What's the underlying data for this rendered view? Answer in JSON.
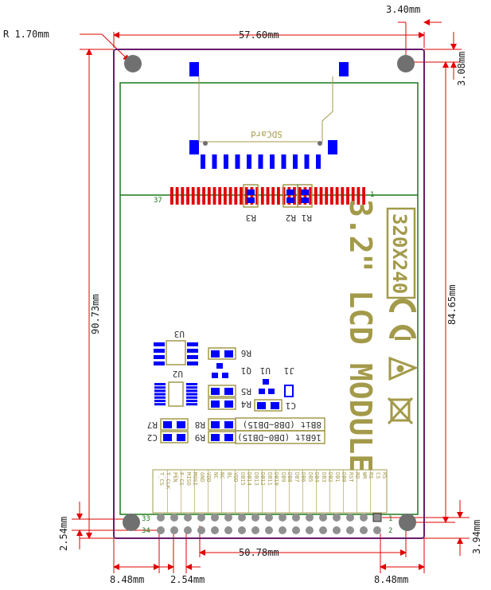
{
  "colors": {
    "board_outline": "#6a1a6a",
    "pcb_trace": "#1a7a1a",
    "pad_blue": "#0000ff",
    "pad_red": "#e00000",
    "silkscreen": "#a39a4a",
    "dimension": "#e00000",
    "mounting_hole": "#707070",
    "label_text": "#1a1a1a"
  },
  "dimensions": {
    "corner_radius": "R 1.70mm",
    "width": "57.60mm",
    "hole_offset_x": "3.40mm",
    "hole_offset_y": "3.08mm",
    "total_height": "90.73mm",
    "inner_height": "84.65mm",
    "header_offset_left": "2.54mm",
    "header_offset_right": "3.94mm",
    "header_span": "50.78mm",
    "left_margin": "8.48mm",
    "pin_pitch": "2.54mm",
    "right_margin": "8.48mm"
  },
  "board": {
    "title": "3.2\" LCD MODULE",
    "resolution": "320X240",
    "sdcard_label": "SDCard",
    "fpc_pin_first": "1",
    "fpc_pin_last": "37",
    "header_pin_1": "1",
    "header_pin_2": "2",
    "header_pin_33": "33",
    "header_pin_34": "34",
    "bus_8bit": "8Bit (DB8~DB15)",
    "bus_16bit": "16Bit (DB0~DB15)"
  },
  "components": {
    "fpc_refs": [
      "R3",
      "R2",
      "R1"
    ],
    "ic_u3": "U3",
    "ic_u2": "U2",
    "ic_u1": "U1",
    "q1": "Q1",
    "j1": "J1",
    "r6": "R6",
    "r5": "R5",
    "r4": "R4",
    "c1": "C1",
    "r7": "R7",
    "c2": "C2",
    "r8": "R8",
    "r9": "R9"
  },
  "pin_labels": {
    "top_row": [
      "T_CS",
      "PEN",
      "MISO",
      "GND",
      "NC",
      "BL",
      "DB15",
      "DB13",
      "DB11",
      "DB9",
      "DB7",
      "DB5",
      "DB3",
      "DB1",
      "RST",
      "WR",
      "CS"
    ],
    "bottom_row": [
      "T_CLK",
      "F_CS",
      "MOSI",
      "VDD",
      "NC",
      "VDD",
      "DB14",
      "DB12",
      "DB10",
      "DB8",
      "DB6",
      "DB4",
      "DB2",
      "DB0",
      "RD",
      "RS",
      "RS"
    ]
  }
}
